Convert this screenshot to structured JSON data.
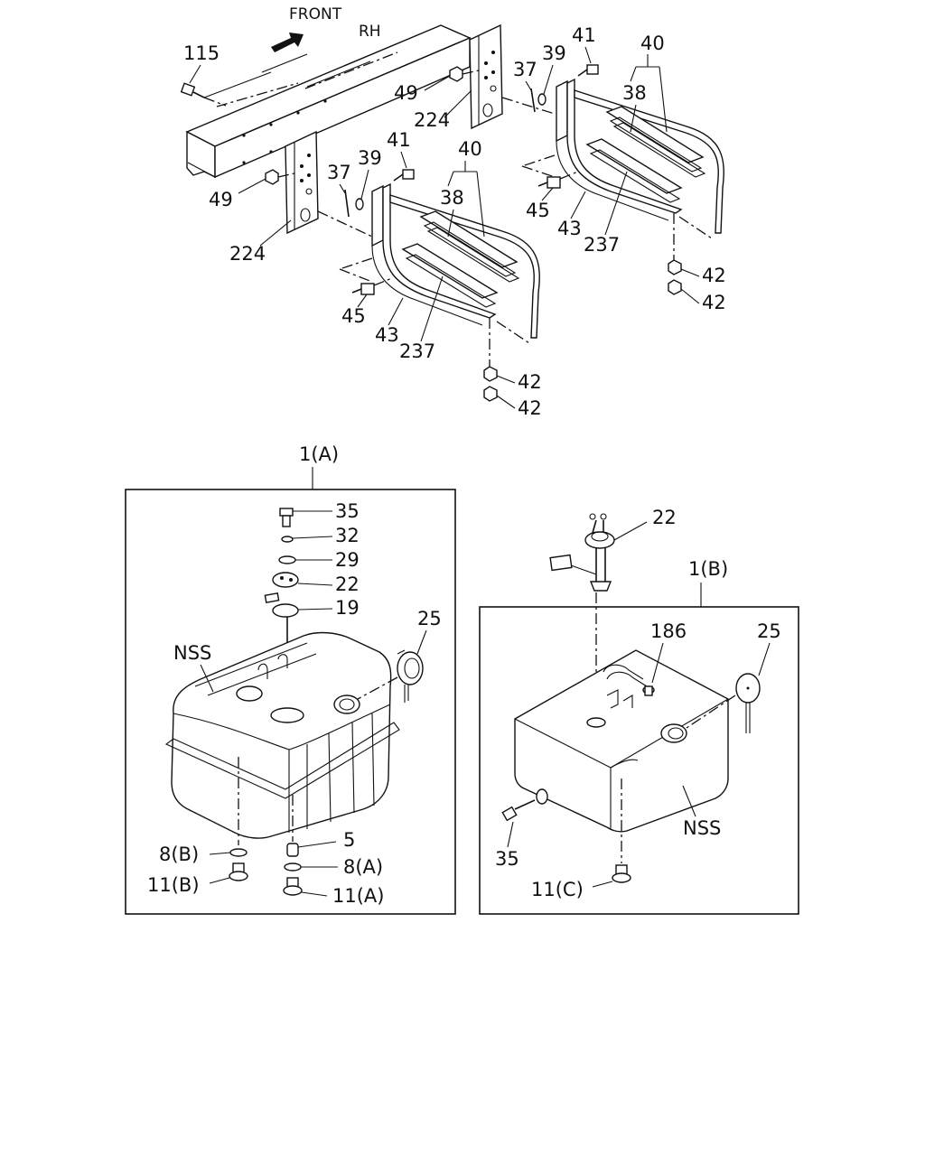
{
  "header": {
    "front_label": "FRONT",
    "rh_label": "RH"
  },
  "groups": {
    "group_a": "1(A)",
    "group_b": "1(B)"
  },
  "callouts": {
    "top": {
      "p115": "115",
      "p49_upper": "49",
      "p224_upper": "224",
      "p37_right": "37",
      "p39_right": "39",
      "p41_right": "41",
      "p40_right": "40",
      "p38_right": "38",
      "p45_right": "45",
      "p43_right": "43",
      "p237_right": "237",
      "p42_right_1": "42",
      "p42_right_2": "42",
      "p49_lower": "49",
      "p224_lower": "224",
      "p37_left": "37",
      "p39_left": "39",
      "p41_left": "41",
      "p40_left": "40",
      "p38_left": "38",
      "p45_left": "45",
      "p43_left": "43",
      "p237_left": "237",
      "p42_left_1": "42",
      "p42_left_2": "42"
    },
    "box_a": {
      "p35": "35",
      "p32": "32",
      "p29": "29",
      "p22": "22",
      "p19": "19",
      "p25": "25",
      "nss": "NSS",
      "p5": "5",
      "p8b": "8(B)",
      "p8a": "8(A)",
      "p11b": "11(B)",
      "p11a": "11(A)"
    },
    "box_b": {
      "p22": "22",
      "p186": "186",
      "p25": "25",
      "nss": "NSS",
      "p35": "35",
      "p11c": "11(C)"
    }
  }
}
